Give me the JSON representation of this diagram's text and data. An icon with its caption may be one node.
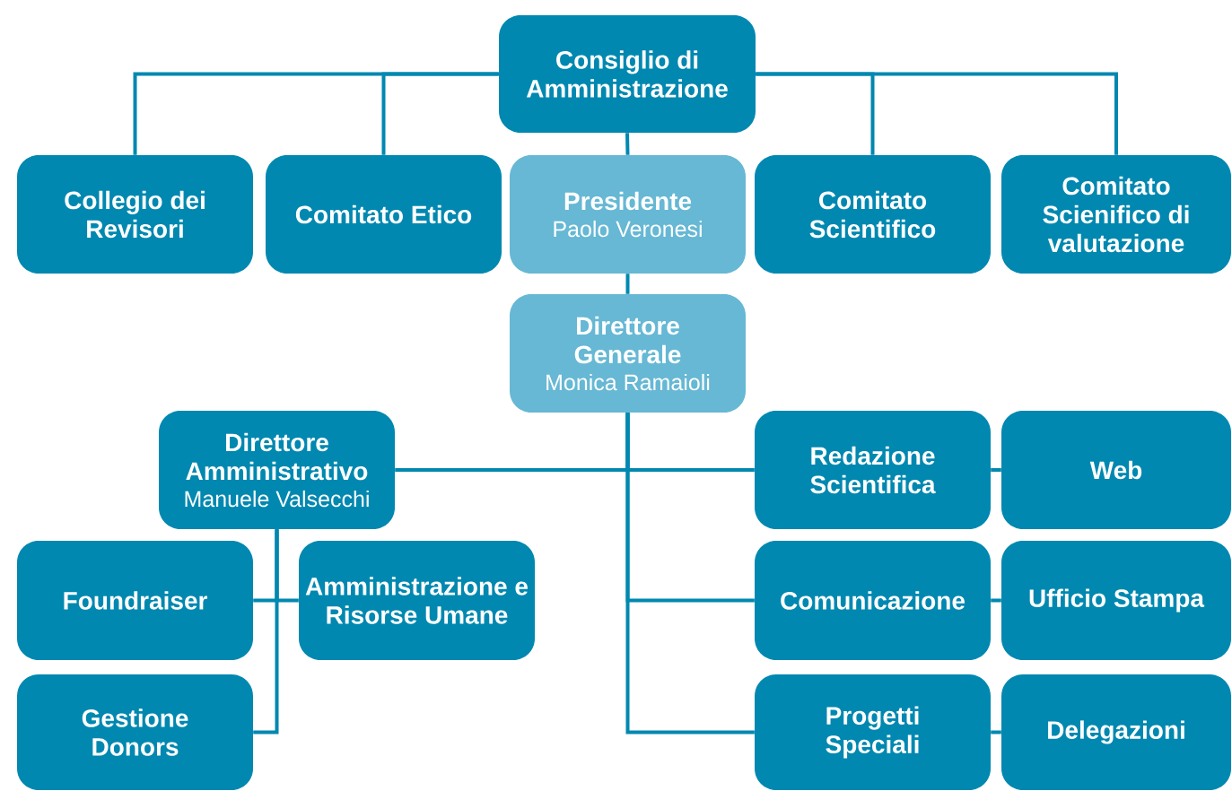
{
  "diagram": {
    "nodes": [
      {
        "text": [
          "Consiglio di Amministrazione"
        ]
      },
      {
        "text": [
          "Collegio dei Revisori"
        ]
      },
      {
        "text": [
          "Comitato Etico"
        ]
      },
      {
        "text": [
          "Presidente",
          "Paolo Veronesi"
        ]
      },
      {
        "text": [
          "Comitato Scientifico"
        ]
      },
      {
        "text": [
          "Comitato Scienifico di valutazione"
        ]
      },
      {
        "text": [
          "Direttore Generale",
          "Monica Ramaioli"
        ]
      },
      {
        "text": [
          "Direttore Amministrativo",
          "Manuele Valsecchi"
        ]
      },
      {
        "text": [
          "Redazione Scientifica"
        ]
      },
      {
        "text": [
          "Web"
        ]
      },
      {
        "text": [
          "Foundraiser"
        ]
      },
      {
        "text": [
          "Amministrazione e Risorse Umane"
        ]
      },
      {
        "text": [
          "Comunicazione"
        ]
      },
      {
        "text": [
          "Ufficio Stampa"
        ]
      },
      {
        "text": [
          "Gestione Donors"
        ]
      },
      {
        "text": [
          "Progetti Speciali"
        ]
      },
      {
        "text": [
          "Delegazioni"
        ]
      }
    ],
    "edges": [
      {
        "from": 0,
        "to": 1,
        "arrow": "none"
      },
      {
        "from": 0,
        "to": 2,
        "arrow": "none"
      },
      {
        "from": 0,
        "to": 3,
        "arrow": "none"
      },
      {
        "from": 0,
        "to": 4,
        "arrow": "none"
      },
      {
        "from": 0,
        "to": 5,
        "arrow": "none"
      },
      {
        "from": 3,
        "to": 6,
        "arrow": "none"
      },
      {
        "from": 6,
        "to": 7,
        "arrow": "none"
      },
      {
        "from": 6,
        "to": 8,
        "arrow": "none"
      },
      {
        "from": 6,
        "to": 12,
        "arrow": "none"
      },
      {
        "from": 6,
        "to": 15,
        "arrow": "none"
      },
      {
        "from": 7,
        "to": 10,
        "arrow": "none"
      },
      {
        "from": 7,
        "to": 11,
        "arrow": "none"
      },
      {
        "from": 7,
        "to": 14,
        "arrow": "none"
      },
      {
        "from": 8,
        "to": 9,
        "arrow": "none"
      },
      {
        "from": 12,
        "to": 13,
        "arrow": "none"
      },
      {
        "from": 15,
        "to": 16,
        "arrow": "none"
      }
    ]
  }
}
